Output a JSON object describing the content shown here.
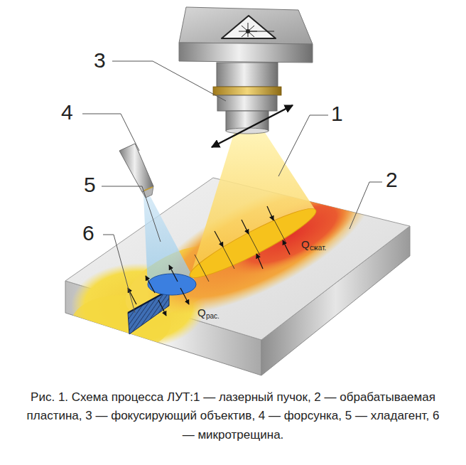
{
  "diagram": {
    "caption": "Рис. 1. Схема процесса ЛУТ:1 — лазерный пучок, 2 — обрабатываемая пластина, 3 — фокусирующий объектив, 4 — форсунка, 5 — хладагент, 6 — микротрещина.",
    "labels": [
      "3",
      "4",
      "1",
      "5",
      "2",
      "6",
      "Q",
      "сжат.",
      "Q",
      "рас."
    ]
  }
}
